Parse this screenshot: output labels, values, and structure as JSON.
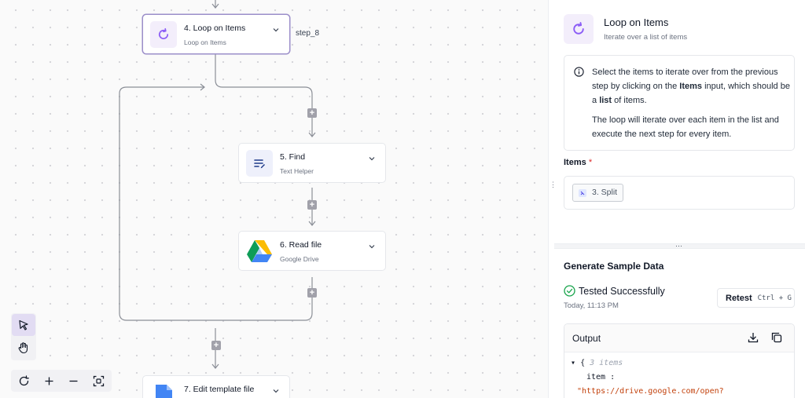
{
  "canvas": {
    "nodes": [
      {
        "id": "loop",
        "title": "4. Loop on Items",
        "subtitle": "Loop on Items",
        "step_name": "step_8",
        "icon": "loop-icon"
      },
      {
        "id": "find",
        "title": "5. Find",
        "subtitle": "Text Helper",
        "icon": "text-helper-icon"
      },
      {
        "id": "read",
        "title": "6. Read file",
        "subtitle": "Google Drive",
        "icon": "google-drive-icon"
      },
      {
        "id": "edit",
        "title": "7. Edit template file",
        "subtitle": "",
        "icon": "google-docs-icon"
      }
    ],
    "add_buttons": [
      "+",
      "+",
      "+",
      "+"
    ],
    "tools": [
      "pointer-icon",
      "hand-icon"
    ],
    "zoom_controls": [
      "reset-icon",
      "zoom-in-icon",
      "zoom-out-icon",
      "fit-view-icon"
    ]
  },
  "panel": {
    "header": {
      "title": "Loop on Items",
      "subtitle": "Iterate over a list of items"
    },
    "info": {
      "p1_a": "Select the items to iterate over from the previous step by clicking on the ",
      "p1_b": "Items",
      "p1_c": " input, which should be a ",
      "p1_d": "list",
      "p1_e": " of items.",
      "p2": "The loop will iterate over each item in the list and execute the next step for every item."
    },
    "items": {
      "label": "Items",
      "required": "*",
      "chip": "3. Split"
    },
    "sample": {
      "title": "Generate Sample Data",
      "status": "Tested Successfully",
      "time": "Today, 11:13 PM",
      "retest_label": "Retest",
      "retest_shortcut": "Ctrl + G"
    },
    "output": {
      "title": "Output",
      "line1_brace": "{",
      "line1_count": "3 items",
      "line2": "item :",
      "line3": "\"https://drive.google.com/open?"
    }
  },
  "colors": {
    "accent": "#8b5cf6",
    "success": "#16a34a",
    "required": "#dc2626"
  }
}
